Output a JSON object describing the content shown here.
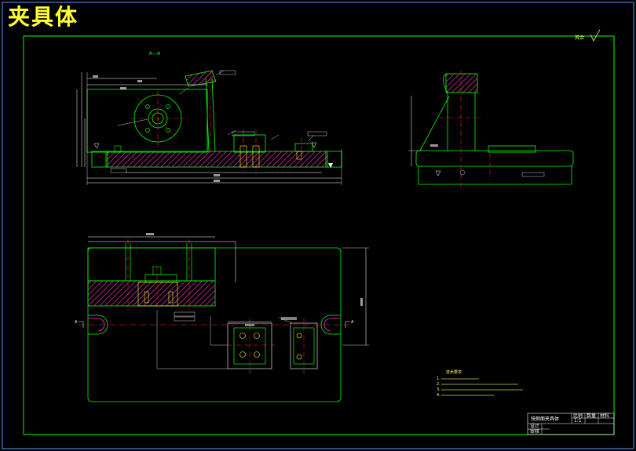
{
  "title": "夹具体",
  "section_label_a": "A—A",
  "roughness_note": "其余",
  "tech_requirements": {
    "heading": "技术要求",
    "lines": [
      "1.",
      "2.",
      "3.",
      "4."
    ]
  },
  "title_block": {
    "part_name": "铣侧面夹具体",
    "label_scale": "比例",
    "label_qty": "数量",
    "label_material": "材料",
    "value_scale": "1:1",
    "label_design": "设计",
    "label_check": "审核"
  },
  "colors": {
    "background": "#000000",
    "frame": "#00ff00",
    "outer_frame": "#4aa3ff",
    "dimension": "#ffffff",
    "centerline": "#ff2a2a",
    "hatch": "#ff33cc",
    "highlight": "#ffff33",
    "yellow_text": "#ffff66"
  }
}
